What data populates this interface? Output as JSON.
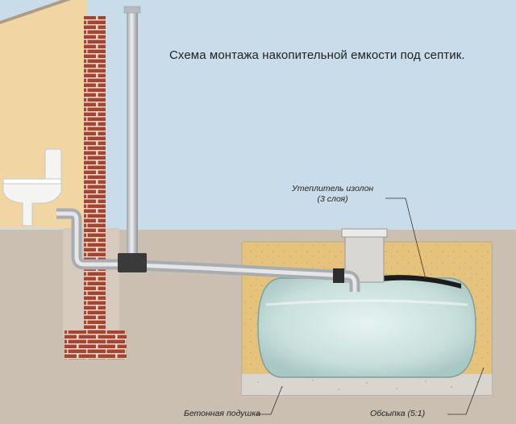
{
  "title": "Схема монтажа накопительной емкости под септик.",
  "labels": {
    "insulation_line1": "Утеплитель изолон",
    "insulation_line2": "(3 слоя)",
    "concrete_pad": "Бетонная подушка",
    "backfill": "Обсыпка (5:1)"
  },
  "colors": {
    "sky": "#c9dcea",
    "ground": "#cbbfb1",
    "house_wall": "#f1d5a2",
    "brick": "#a8432f",
    "sand_fill": "#e6c37c",
    "concrete": "#d9d6d0",
    "tank_water": "#cde4e0",
    "pipe": "#c7c9cc",
    "insulation": "#1c1c1c"
  }
}
